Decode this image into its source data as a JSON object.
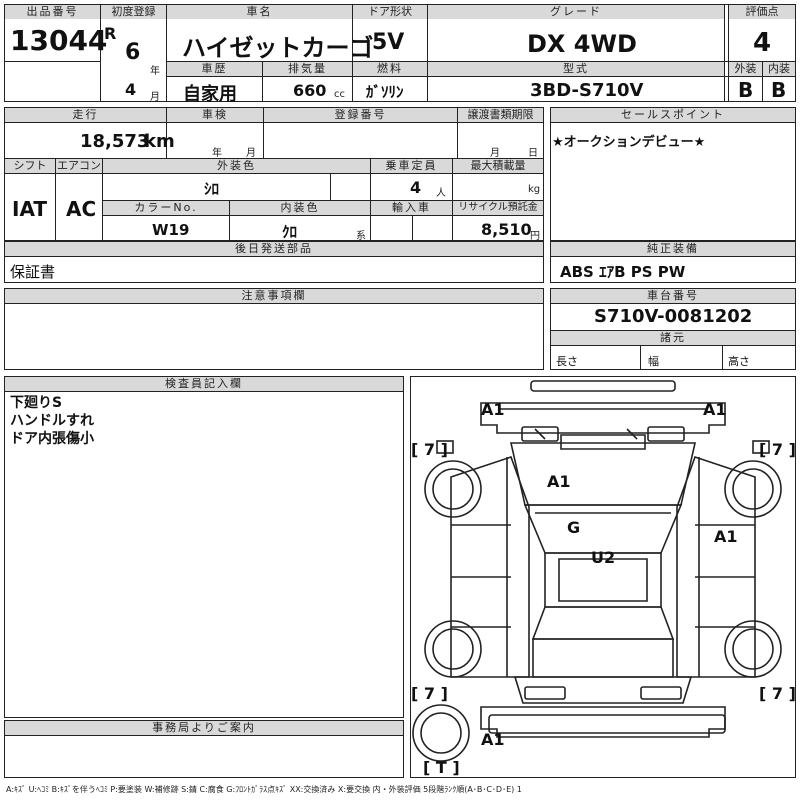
{
  "header": {
    "lot_label": "出品番号",
    "lot": "13044",
    "first_reg_label": "初度登録",
    "era": "R",
    "year": "6",
    "year_unit": "年",
    "month": "4",
    "month_unit": "月",
    "name_label": "車名",
    "name": "ハイゼットカーゴ",
    "door_label": "ドア形状",
    "door": "5V",
    "grade_label": "グレード",
    "grade": "DX 4WD",
    "score_label": "評価点",
    "score": "4",
    "history_label": "車歴",
    "history": "自家用",
    "displacement_label": "排気量",
    "displacement": "660",
    "displacement_unit": "cc",
    "fuel_label": "燃料",
    "fuel": "ｶﾞｿﾘﾝ",
    "model_label": "型式",
    "model": "3BD-S710V",
    "exterior_label": "外装",
    "exterior_grade": "B",
    "interior_label": "内装",
    "interior_grade": "B"
  },
  "details": {
    "mileage_label": "走行",
    "mileage": "18,573",
    "mileage_unit": "km",
    "inspection_label": "車検",
    "insp_year_unit": "年",
    "insp_month_unit": "月",
    "reg_no_label": "登録番号",
    "transfer_label": "譲渡書類期限",
    "transfer_month_unit": "月",
    "transfer_day_unit": "日",
    "shift_label": "シフト",
    "shift": "IAT",
    "ac_label": "エアコン",
    "ac": "AC",
    "color_label": "外装色",
    "color": "ｼﾛ",
    "capacity_label": "乗車定員",
    "capacity": "4",
    "capacity_unit": "人",
    "load_label": "最大積載量",
    "load_unit": "kg",
    "color_no_label": "カラーNo.",
    "color_no": "W19",
    "int_color_label": "内装色",
    "int_color": "ｸﾛ",
    "int_color_unit": "系",
    "import_label": "輸入車",
    "recycle_label": "リサイクル預託金",
    "recycle": "8,510",
    "recycle_unit": "円",
    "later_parts_label": "後日発送部品",
    "later_parts": "保証書",
    "sales_label": "セールスポイント",
    "sales": "★オークションデビュー★",
    "equipment_label": "純正装備",
    "equipment": "ABS ｴｱB PS PW",
    "notes_label": "注意事項欄",
    "chassis_label": "車台番号",
    "chassis": "S710V-0081202",
    "specs_label": "諸元",
    "length_label": "長さ",
    "width_label": "幅",
    "height_label": "高さ"
  },
  "inspector": {
    "label": "検査員記入欄",
    "lines": [
      "下廻りS",
      "ハンドルすれ",
      "ドア内張傷小"
    ]
  },
  "office": {
    "label": "事務局よりご案内"
  },
  "diagram": {
    "marks": {
      "front_left": "A1",
      "front_right": "A1",
      "left_front_tire": "[ 7 ]",
      "right_front_tire": "[ 7 ]",
      "hood": "A1",
      "windshield": "G",
      "right_panel": "A1",
      "roof": "U2",
      "left_rear_tire": "[ 7 ]",
      "right_rear_tire": "[ 7 ]",
      "rear": "A1",
      "spare_tire": "[ T ]"
    }
  },
  "legend": "A:ｷｽﾞ U:ﾍｺﾐ B:ｷｽﾞを伴うﾍｺﾐ P:要塗装 W:補修跡 S:錆 C:腐食 G:ﾌﾛﾝﾄｶﾞﾗｽ点ｷｽﾞ XX:交換済み X:要交換 内・外装評価 5段階ﾗﾝｸ順(A･B･C･D･E) 1"
}
